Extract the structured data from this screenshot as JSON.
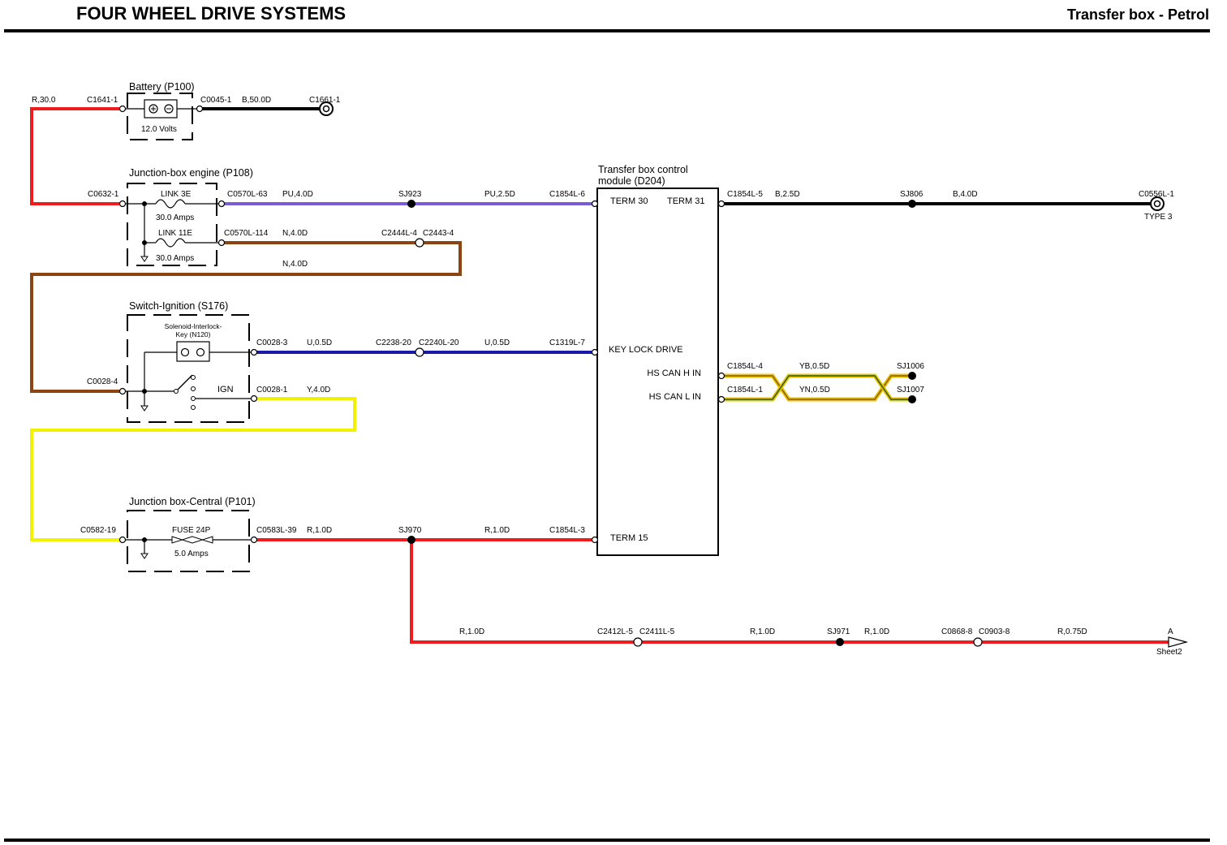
{
  "header": {
    "title": "FOUR WHEEL DRIVE SYSTEMS",
    "subtitle": "Transfer box - Petrol"
  },
  "components": {
    "battery": {
      "name": "Battery (P100)",
      "rating": "12.0 Volts"
    },
    "jb_engine": {
      "name": "Junction-box engine (P108)",
      "link1": "LINK 3E",
      "link1_rating": "30.0 Amps",
      "link2": "LINK 11E",
      "link2_rating": "30.0 Amps"
    },
    "ignition": {
      "name": "Switch-Ignition (S176)",
      "solenoid_line1": "Solenoid-Interlock-",
      "solenoid_line2": "Key (N120)",
      "ign": "IGN"
    },
    "jb_central": {
      "name": "Junction box-Central (P101)",
      "fuse": "FUSE 24P",
      "fuse_rating": "5.0 Amps"
    },
    "tcm": {
      "name_line1": "Transfer box control",
      "name_line2": "module (D204)",
      "term30": "TERM 30",
      "term31": "TERM 31",
      "keylock": "KEY LOCK DRIVE",
      "canh": "HS CAN H IN",
      "canl": "HS CAN L IN",
      "term15": "TERM 15"
    }
  },
  "labels": {
    "r30": "R,30.0",
    "c1641": "C1641-1",
    "c0045": "C0045-1",
    "b50": "B,50.0D",
    "c1661": "C1661-1",
    "c0632": "C0632-1",
    "c0570_63": "C0570L-63",
    "pu40": "PU,4.0D",
    "sj923": "SJ923",
    "pu25": "PU,2.5D",
    "c1854_6": "C1854L-6",
    "c0570_114": "C0570L-114",
    "n40a": "N,4.0D",
    "c2444": "C2444L-4",
    "c2443": "C2443-4",
    "n40b": "N,4.0D",
    "c1854_5": "C1854L-5",
    "b25": "B,2.5D",
    "sj806": "SJ806",
    "b40": "B,4.0D",
    "c0556": "C0556L-1",
    "type3": "TYPE 3",
    "c0028_3": "C0028-3",
    "u05a": "U,0.5D",
    "c2238": "C2238-20",
    "c2240": "C2240L-20",
    "u05b": "U,0.5D",
    "c1319": "C1319L-7",
    "c0028_4": "C0028-4",
    "c0028_1": "C0028-1",
    "y40": "Y,4.0D",
    "c1854_4": "C1854L-4",
    "yb05": "YB,0.5D",
    "sj1006": "SJ1006",
    "c1854_1": "C1854L-1",
    "yn05": "YN,0.5D",
    "sj1007": "SJ1007",
    "c0582": "C0582-19",
    "c0583": "C0583L-39",
    "r10a": "R,1.0D",
    "sj970": "SJ970",
    "r10b": "R,1.0D",
    "c1854_3": "C1854L-3",
    "r10c": "R,1.0D",
    "c2412": "C2412L-5",
    "c2411": "C2411L-5",
    "r10d": "R,1.0D",
    "sj971": "SJ971",
    "r10e": "R,1.0D",
    "c0868": "C0868-8",
    "c0903": "C0903-8",
    "r075": "R,0.75D",
    "arrow_a": "A",
    "sheet2": "Sheet2"
  },
  "colors": {
    "red": "#ee1c1c",
    "black": "#000000",
    "purple": "#7b5cd6",
    "brown": "#8b4513",
    "blue": "#1a1aa8",
    "yellow": "#f2f200",
    "yb_core": "#b07a00",
    "yn_core": "#2a5a10"
  }
}
